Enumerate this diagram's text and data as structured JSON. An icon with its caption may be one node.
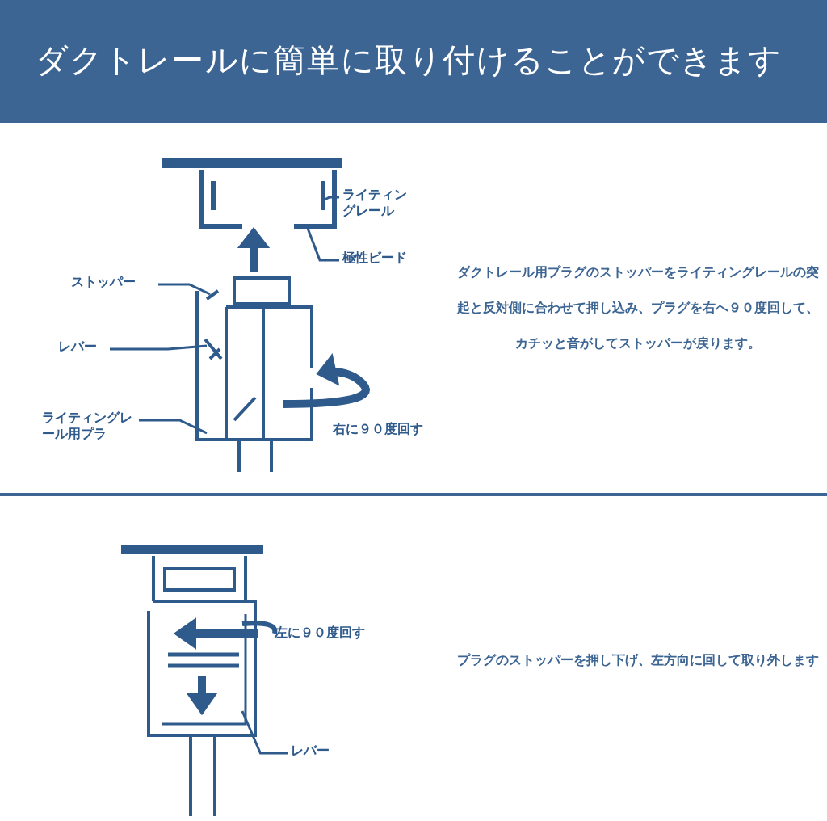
{
  "diagram": {
    "title": "ダクトレールに簡単に取り付けることができます",
    "nodes": [
      {
        "text": [
          "ライティングレール"
        ]
      },
      {
        "text": [
          "極性ビード"
        ]
      },
      {
        "text": [
          "ストッパー"
        ]
      },
      {
        "text": [
          "レバー"
        ]
      },
      {
        "text": [
          "ライティングレール用プラ"
        ]
      },
      {
        "text": [
          "レバー"
        ]
      }
    ],
    "edges": [
      {
        "from": 0,
        "to": null,
        "arrow": "none"
      },
      {
        "from": 1,
        "to": null,
        "arrow": "none"
      },
      {
        "from": 2,
        "to": null,
        "arrow": "none"
      },
      {
        "from": 3,
        "to": null,
        "arrow": "none"
      },
      {
        "from": 4,
        "to": null,
        "arrow": "none"
      },
      {
        "from": 5,
        "to": null,
        "arrow": "none"
      }
    ],
    "labels": [
      "右に９０度回す",
      "ダクトレール用プラグのストッパーをライティングレールの突起と反対側に合わせて押し込み、プラグを右へ９０度回して、カチッと音がしてストッパーが戻ります。",
      "左に９０度回す",
      "プラグのストッパーを押し下げ、左方向に回して取り外します"
    ]
  }
}
